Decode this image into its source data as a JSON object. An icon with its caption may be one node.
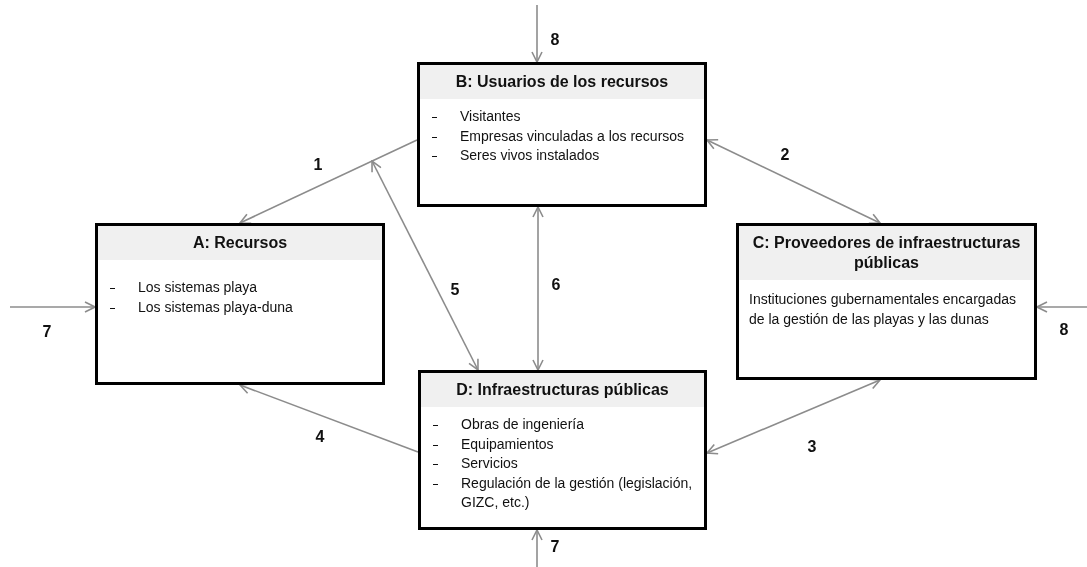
{
  "diagram": {
    "nodes": [
      {
        "text": [
          "A: Recursos",
          "Los sistemas playa",
          "Los sistemas playa-duna"
        ]
      },
      {
        "text": [
          "B: Usuarios de los recursos",
          "Visitantes",
          "Empresas vinculadas a los recursos",
          "Seres vivos instalados"
        ]
      },
      {
        "text": [
          "C: Proveedores de infraestructuras públicas",
          "Instituciones gubernamentales encargadas de la gestión de las playas y las dunas"
        ]
      },
      {
        "text": [
          "D: Infraestructuras públicas",
          "Obras de ingeniería",
          "Equipamientos",
          "Servicios",
          "Regulación de la gestión (legislación, GIZC, etc.)"
        ]
      }
    ],
    "edges": [
      {
        "from": 1,
        "to": 0,
        "arrow": "to",
        "label": "1"
      },
      {
        "from": 1,
        "to": 2,
        "arrow": "both",
        "label": "2"
      },
      {
        "from": 2,
        "to": 3,
        "arrow": "both",
        "label": "3"
      },
      {
        "from": 3,
        "to": 0,
        "arrow": "to",
        "label": "4"
      },
      {
        "from": null,
        "to": 3,
        "arrow": "both",
        "label": "5"
      },
      {
        "from": 1,
        "to": 3,
        "arrow": "both",
        "label": "6"
      },
      {
        "from": null,
        "to": 0,
        "arrow": "to",
        "label": "7"
      },
      {
        "from": null,
        "to": 1,
        "arrow": "to",
        "label": "8"
      },
      {
        "from": null,
        "to": 2,
        "arrow": "to",
        "label": "8"
      },
      {
        "from": null,
        "to": 3,
        "arrow": "to",
        "label": "7"
      }
    ]
  }
}
